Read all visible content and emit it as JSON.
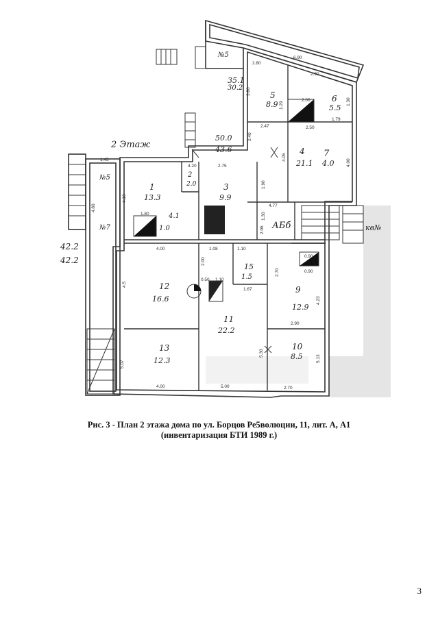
{
  "caption": {
    "line1": "Рис. 3 - План 2 этажа дома по ул. Борцов Ре5волюции, 11, лит. А, А1",
    "line2": "(инвентаризация БТИ 1989 г.)"
  },
  "page_number": "3",
  "plan": {
    "floor_label": "2 Этаж",
    "rooms": [
      {
        "id": "r1",
        "number": "1",
        "area": "13.3"
      },
      {
        "id": "r2",
        "number": "2",
        "area": "2.0"
      },
      {
        "id": "r3",
        "number": "3",
        "area": "9.9"
      },
      {
        "id": "r4",
        "number": "4",
        "area": "21.1"
      },
      {
        "id": "r5",
        "number": "5",
        "area": "8.9"
      },
      {
        "id": "r6",
        "number": "6",
        "area": "5.5"
      },
      {
        "id": "r7",
        "number": "7",
        "area": "4.0"
      },
      {
        "id": "r9",
        "number": "9",
        "area": "12.9"
      },
      {
        "id": "r10",
        "number": "10",
        "area": "8.5"
      },
      {
        "id": "r11",
        "number": "11",
        "area": "22.2"
      },
      {
        "id": "r12",
        "number": "12",
        "area": "16.6"
      },
      {
        "id": "r13",
        "number": "13",
        "area": "12.3"
      },
      {
        "id": "r15",
        "number": "15",
        "area": "1.5"
      }
    ],
    "handwritten": {
      "note_upper": "№5",
      "note_n5": "№5",
      "note_n7": "№7",
      "total_a": "42.2",
      "total_b": "42.2",
      "total_c": "50.0",
      "total_d": "43.6",
      "total_e": "35.1",
      "total_f": "30.2",
      "label_kv": "кв№",
      "label_abv": "АБб",
      "room_area_b": "4.1",
      "room_area_c": "1.0"
    },
    "dimensions": [
      "2.80",
      "6.90",
      "2.90",
      "3.80",
      "2.00",
      "1.29",
      "1.30",
      "2.47",
      "2.50",
      "1.79",
      "2.40",
      "1.90",
      "4.05",
      "4.00",
      "4.20",
      "2.75",
      "4.10",
      "1.80",
      "1.30",
      "2.00",
      "4.77",
      "2.05",
      "4.00",
      "1.08",
      "1.10",
      "1.67",
      "5.30",
      "2.90",
      "0.90",
      "4.23",
      "5.13",
      "2.70",
      "5.00",
      "4.00",
      "2.70",
      "4.5",
      "5.07",
      "1.45",
      "4.80",
      "0.90",
      "0.50",
      "1.10"
    ]
  }
}
